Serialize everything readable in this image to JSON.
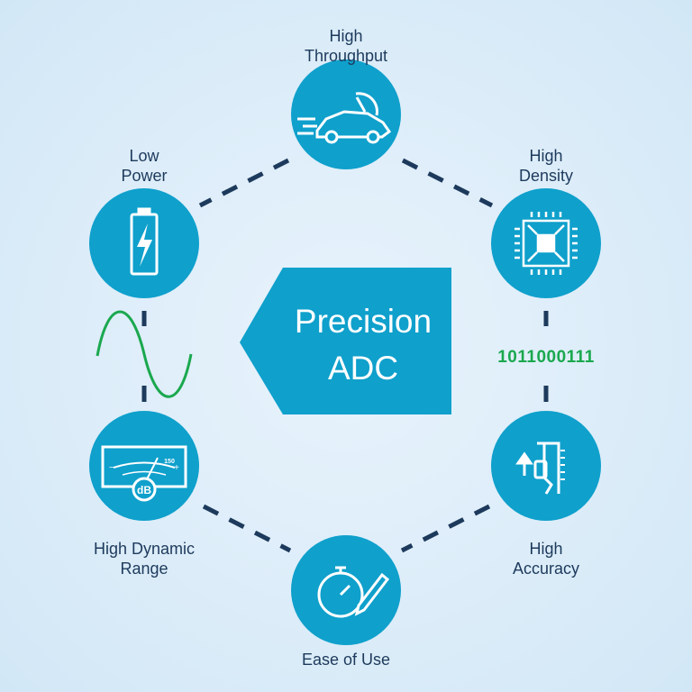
{
  "center": {
    "line1": "Precision",
    "line2": "ADC"
  },
  "nodes": {
    "throughput": {
      "line1": "High",
      "line2": "Throughput",
      "icon": "race-car-speedometer-icon"
    },
    "density": {
      "line1": "High",
      "line2": "Density",
      "icon": "chip-icon"
    },
    "power": {
      "line1": "Low",
      "line2": "Power",
      "icon": "battery-icon"
    },
    "dynamic_range": {
      "line1": "High Dynamic",
      "line2": "Range",
      "icon": "db-meter-icon",
      "meter_max": "150",
      "meter_unit": "dB"
    },
    "accuracy": {
      "line1": "High",
      "line2": "Accuracy",
      "icon": "caliper-icon"
    },
    "ease": {
      "line1": "Ease of Use",
      "icon": "stopwatch-pencil-icon"
    }
  },
  "binary": "1011000111",
  "colors": {
    "circle": "#0fa0cc",
    "text": "#1d3a5c",
    "accent_green": "#1aa84e",
    "dash": "#1d3a5c"
  }
}
